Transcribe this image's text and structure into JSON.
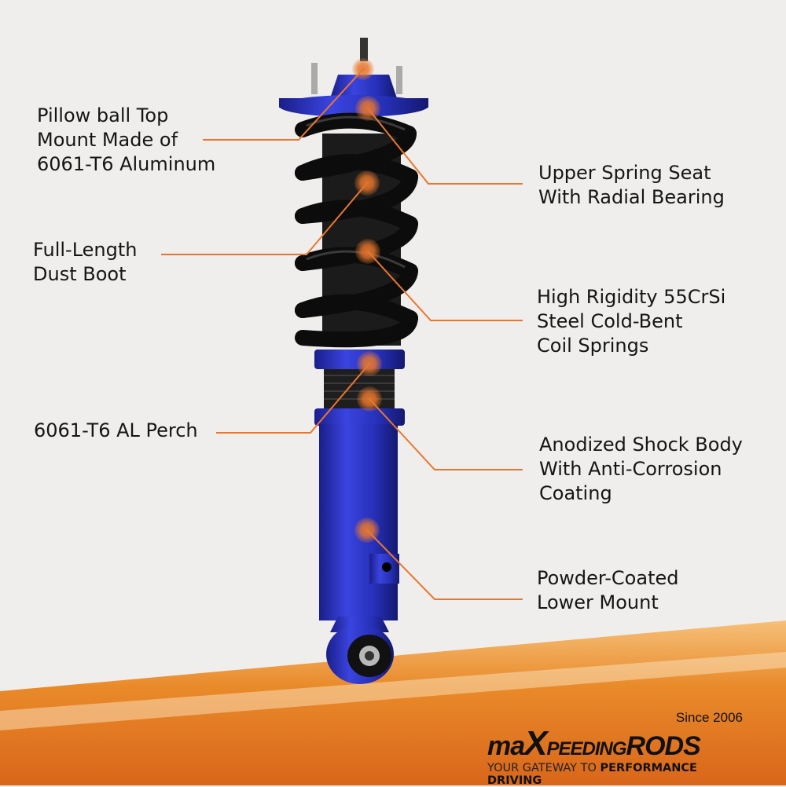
{
  "callouts": [
    {
      "id": "top-mount",
      "lines": "Pillow ball Top\nMount Made of\n6061-T6 Aluminum"
    },
    {
      "id": "upper-seat",
      "lines": "Upper Spring Seat\nWith Radial Bearing"
    },
    {
      "id": "dust-boot",
      "lines": "Full-Length\nDust Boot"
    },
    {
      "id": "springs",
      "lines": "High Rigidity 55CrSi\nSteel Cold-Bent\nCoil Springs"
    },
    {
      "id": "perch",
      "lines": "6061-T6 AL Perch"
    },
    {
      "id": "shock-body",
      "lines": "Anodized Shock Body\nWith Anti-Corrosion\nCoating"
    },
    {
      "id": "lower-mount",
      "lines": "Powder-Coated\nLower Mount"
    }
  ],
  "logo": {
    "brand_ma": "ma",
    "brand_x": "X",
    "brand_peeding": "PEEDING",
    "brand_rods": "RODS",
    "since": "Since 2006",
    "tagline_light": "YOUR GATEWAY TO ",
    "tagline_bold": "PERFORMANCE DRIVING"
  },
  "colors": {
    "accent": "#e8772e",
    "product_blue": "#2b2fc4",
    "spring": "#111111",
    "background": "#efeeec"
  }
}
